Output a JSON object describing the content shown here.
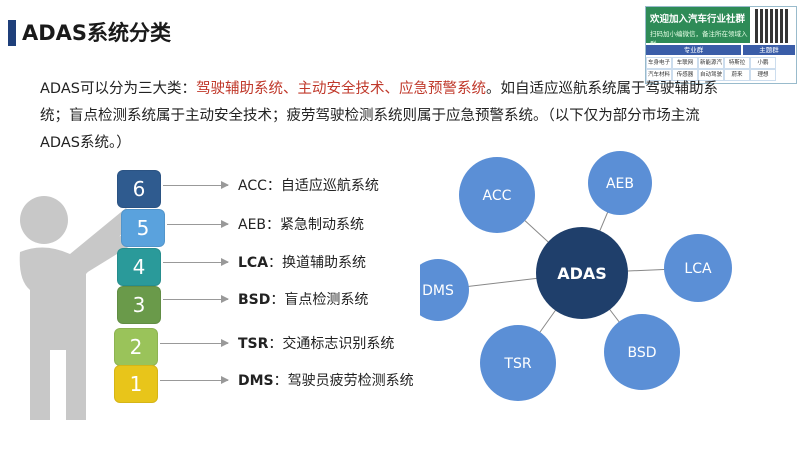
{
  "title": "ADAS系统分类",
  "intro": {
    "part1": "ADAS可以分为三大类：",
    "highlight": "驾驶辅助系统、主动安全技术、应急预警系统",
    "part2": "。如自适应巡航系统属于驾驶辅助系统；盲点检测系统属于主动安全技术；疲劳驾驶检测系统则属于应急预警系统。（以下仅为部分市场主流ADAS系统。）"
  },
  "ad": {
    "title": "欢迎加入汽车行业社群",
    "subtitle": "扫码加小编微信，备注所在领域入群",
    "tab_left": "专业群",
    "tab_right": "主题群",
    "cells": [
      "车身电子",
      "车联网",
      "新能源汽车",
      "特斯拉",
      "小鹏",
      "汽车材料",
      "传感器",
      "自动驾驶",
      "蔚来",
      "理想"
    ]
  },
  "blocks": [
    {
      "num": "6",
      "color": "#2f5b8f",
      "label_bold": "",
      "label_text": "ACC：自适应巡航系统"
    },
    {
      "num": "5",
      "color": "#5aa2dd",
      "label_bold": "",
      "label_text": "AEB：紧急制动系统"
    },
    {
      "num": "4",
      "color": "#2a9a9a",
      "label_bold": "LCA",
      "label_text": "：换道辅助系统"
    },
    {
      "num": "3",
      "color": "#6a9a4a",
      "label_bold": "BSD",
      "label_text": "：盲点检测系统"
    },
    {
      "num": "2",
      "color": "#9ac35a",
      "label_bold": "TSR",
      "label_text": "：交通标志识别系统"
    },
    {
      "num": "1",
      "color": "#e8c51a",
      "label_bold": "DMS",
      "label_text": "：驾驶员疲劳检测系统"
    }
  ],
  "network": {
    "center": "ADAS",
    "nodes": [
      "ACC",
      "AEB",
      "LCA",
      "BSD",
      "TSR",
      "DMS"
    ],
    "node_color": "#5b8fd6",
    "center_color": "#1f3f6b"
  }
}
